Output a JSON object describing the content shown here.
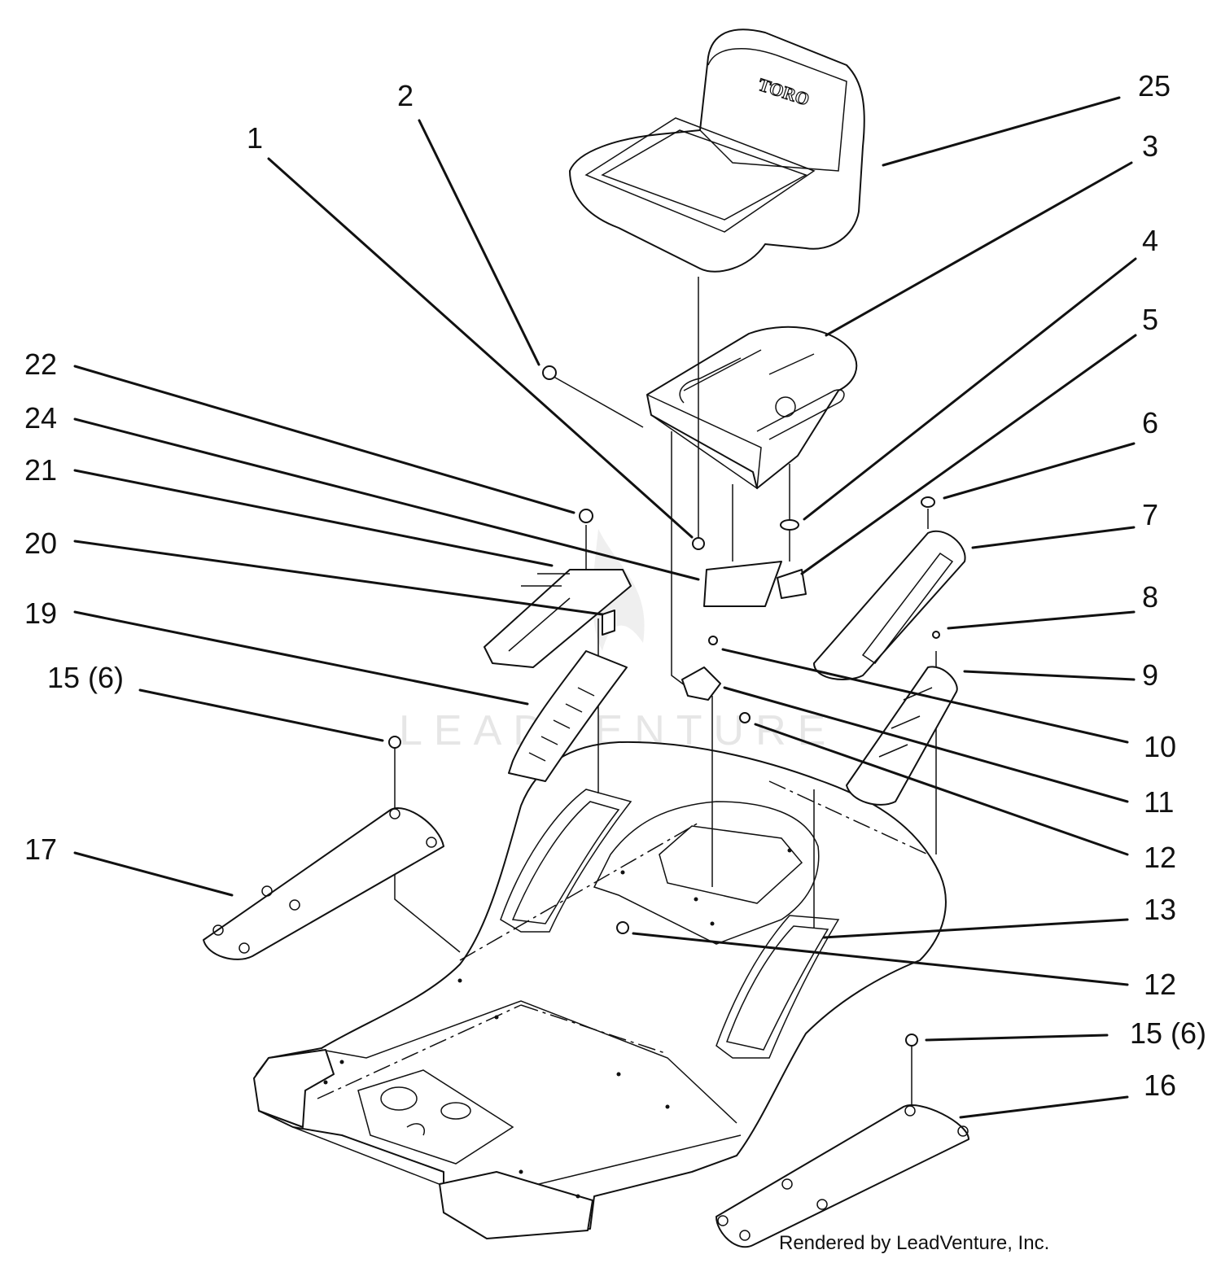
{
  "callouts": [
    {
      "id": "c1",
      "label": "1"
    },
    {
      "id": "c2",
      "label": "2"
    },
    {
      "id": "c25",
      "label": "25"
    },
    {
      "id": "c3",
      "label": "3"
    },
    {
      "id": "c4",
      "label": "4"
    },
    {
      "id": "c5",
      "label": "5"
    },
    {
      "id": "c6",
      "label": "6"
    },
    {
      "id": "c7",
      "label": "7"
    },
    {
      "id": "c8",
      "label": "8"
    },
    {
      "id": "c9",
      "label": "9"
    },
    {
      "id": "c10",
      "label": "10"
    },
    {
      "id": "c11",
      "label": "11"
    },
    {
      "id": "c12a",
      "label": "12"
    },
    {
      "id": "c13",
      "label": "13"
    },
    {
      "id": "c12b",
      "label": "12"
    },
    {
      "id": "c15b",
      "label": "15 (6)"
    },
    {
      "id": "c16",
      "label": "16"
    },
    {
      "id": "c22",
      "label": "22"
    },
    {
      "id": "c24",
      "label": "24"
    },
    {
      "id": "c21",
      "label": "21"
    },
    {
      "id": "c20",
      "label": "20"
    },
    {
      "id": "c19",
      "label": "19"
    },
    {
      "id": "c15a",
      "label": "15 (6)"
    },
    {
      "id": "c17",
      "label": "17"
    }
  ],
  "seat_logo": "TORO",
  "watermark": "LEADVENTURE",
  "credit": "Rendered by LeadVenture, Inc."
}
